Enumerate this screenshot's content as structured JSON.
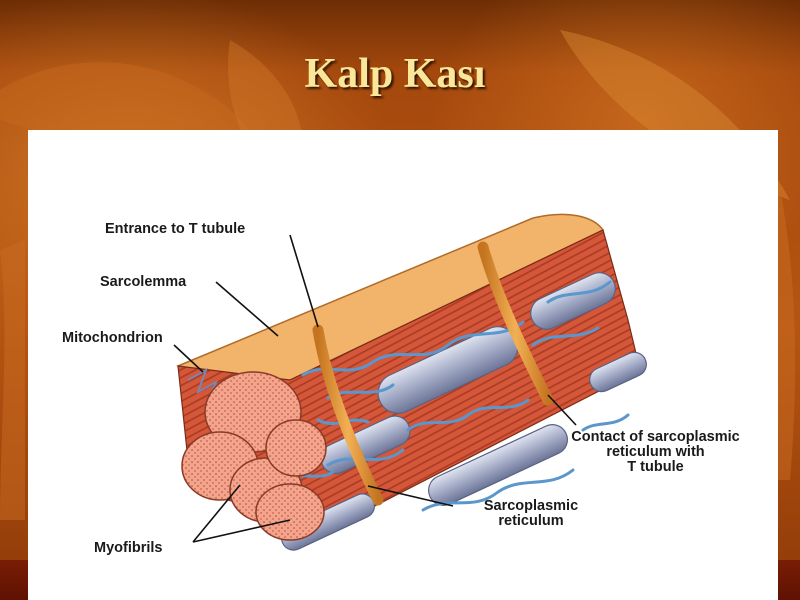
{
  "slide": {
    "title": "Kalp Kası",
    "colors": {
      "background": "#b65512",
      "title_text": "#fbe79a",
      "panel": "#ffffff",
      "muscle": "#d9583a",
      "sarcoplasmic_reticulum": "#5b97cc",
      "t_tubule": "#e59a3a",
      "mitochondrion": "#9aa2be",
      "myofibril_cross_section": "#f2a08a"
    }
  },
  "diagram": {
    "labels": {
      "entrance_t_tubule": "Entrance to T tubule",
      "sarcolemma": "Sarcolemma",
      "mitochondrion": "Mitochondrion",
      "myofibrils": "Myofibrils",
      "sarcoplasmic_reticulum": [
        "Sarcoplasmic",
        "reticulum"
      ],
      "contact_sr_t_tubule": [
        "Contact of sarcoplasmic",
        "reticulum with",
        "T tubule"
      ]
    }
  }
}
